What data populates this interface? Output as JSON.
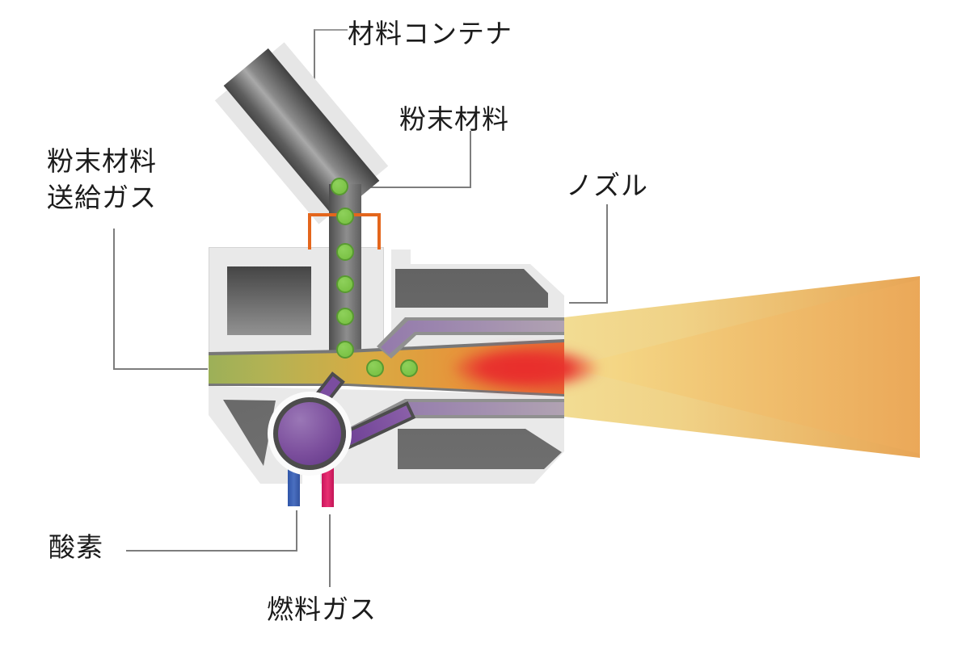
{
  "diagram": {
    "type": "thermal-spray-gun-cross-section",
    "labels": {
      "material_container": "材料コンテナ",
      "powder_material": "粉末材料",
      "nozzle": "ノズル",
      "feed_gas": "粉末材料\n送給ガス",
      "oxygen": "酸素",
      "fuel_gas": "燃料ガス"
    },
    "powder_particle_count": 8,
    "colors": {
      "powder_particle_green": "#7cc247",
      "particle_outline_green": "#589a31",
      "feed_gas_channel_green": "#55a369",
      "flame_red_core": "#e8332e",
      "flame_pale_yellow": "#f6efae",
      "flame_orange_edge": "#e69a4c",
      "gas_mix_purple": "#7b4da0",
      "oxygen_pipe_blue": "#3b62b3",
      "fuel_pipe_crimson": "#dc1a63",
      "container_joint_orange": "#e4661c",
      "body_light_gray": "#e9e9e9",
      "metal_dark_gray": "#4a4a4a"
    }
  }
}
